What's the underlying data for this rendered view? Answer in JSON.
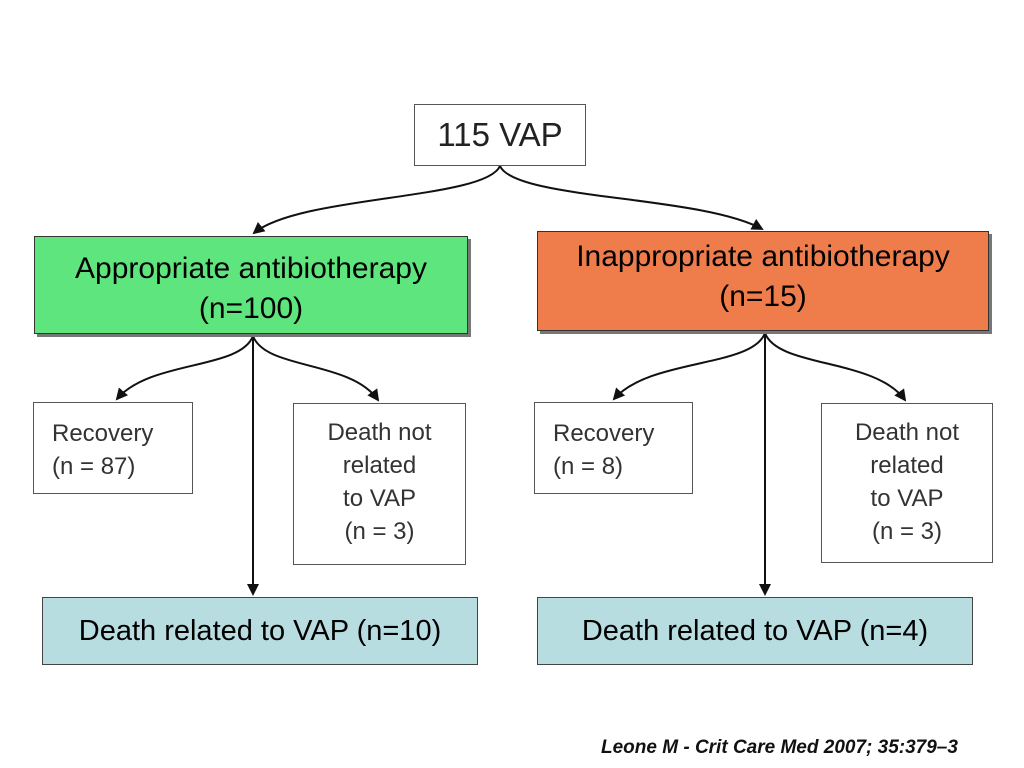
{
  "root": {
    "label": "115 VAP"
  },
  "left_arm": {
    "title": "Appropriate antibiotherapy\n(n=100)",
    "color": "#5fe57d",
    "recovery": "Recovery\n(n = 87)",
    "death_not_related": "Death not\nrelated\nto VAP\n(n = 3)",
    "death_related": "Death related to VAP (n=10)"
  },
  "right_arm": {
    "title": "Inappropriate antibiotherapy\n(n=15)",
    "color": "#ef7d4c",
    "recovery": "Recovery\n(n = 8)",
    "death_not_related": "Death not\nrelated\nto VAP\n(n = 3)",
    "death_related": "Death related to VAP (n=4)"
  },
  "death_box_color": "#b8dde1",
  "citation": "Leone M - Crit Care Med 2007; 35:379–3"
}
